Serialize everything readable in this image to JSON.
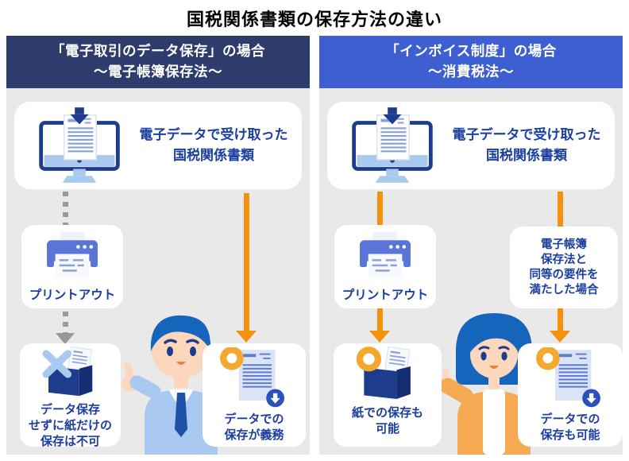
{
  "title": "国税関係書類の保存方法の違い",
  "panels": {
    "left": {
      "header": [
        "「電子取引のデータ保存」の場合",
        "～電子帳簿保存法～"
      ],
      "received_box": [
        "電子データで受け取った",
        "国税関係書類"
      ],
      "printer_label": "プリントアウト",
      "paper_only_box": [
        "データ保存",
        "せずに紙だけの",
        "保存は不可"
      ],
      "data_duty_box": [
        "データでの",
        "保存が義務"
      ]
    },
    "right": {
      "header": [
        "「インボイス制度」の場合",
        "～消費税法～"
      ],
      "received_box": [
        "電子データで受け取った",
        "国税関係書類"
      ],
      "printer_label": "プリントアウト",
      "condition_box": [
        "電子帳簿",
        "保存法と",
        "同等の要件を",
        "満たした場合"
      ],
      "paper_ok_box": [
        "紙での保存も",
        "可能"
      ],
      "data_ok_box": [
        "データでの",
        "保存も可能"
      ]
    }
  },
  "icons": {
    "computer": "monitor-with-document-and-download-arrow",
    "printer": "printer-with-paper",
    "cross": "light-blue-x-not-allowed-mark",
    "circle": "orange-circle-allowed-mark",
    "filebox": "navy-filebox-with-papers",
    "document": "document-with-save-arrow-circle",
    "man": "businessman-pointing-up",
    "woman": "businesswoman-raising-hand"
  },
  "colors": {
    "left_header_bg": "#2e3b6d",
    "right_header_bg": "#3d5fd1",
    "panel_bg": "#e9e9e9",
    "card_bg": "#ffffff",
    "text_blue": "#1c3f9f",
    "title_black": "#000000",
    "arrow_orange": "#f2920d",
    "dotted_gray": "#999999",
    "icon_navy": "#1e3c8c",
    "icon_light_blue": "#aac9ef",
    "donut_orange": "#f5a82e",
    "printer_blue": "#5b74d8"
  }
}
